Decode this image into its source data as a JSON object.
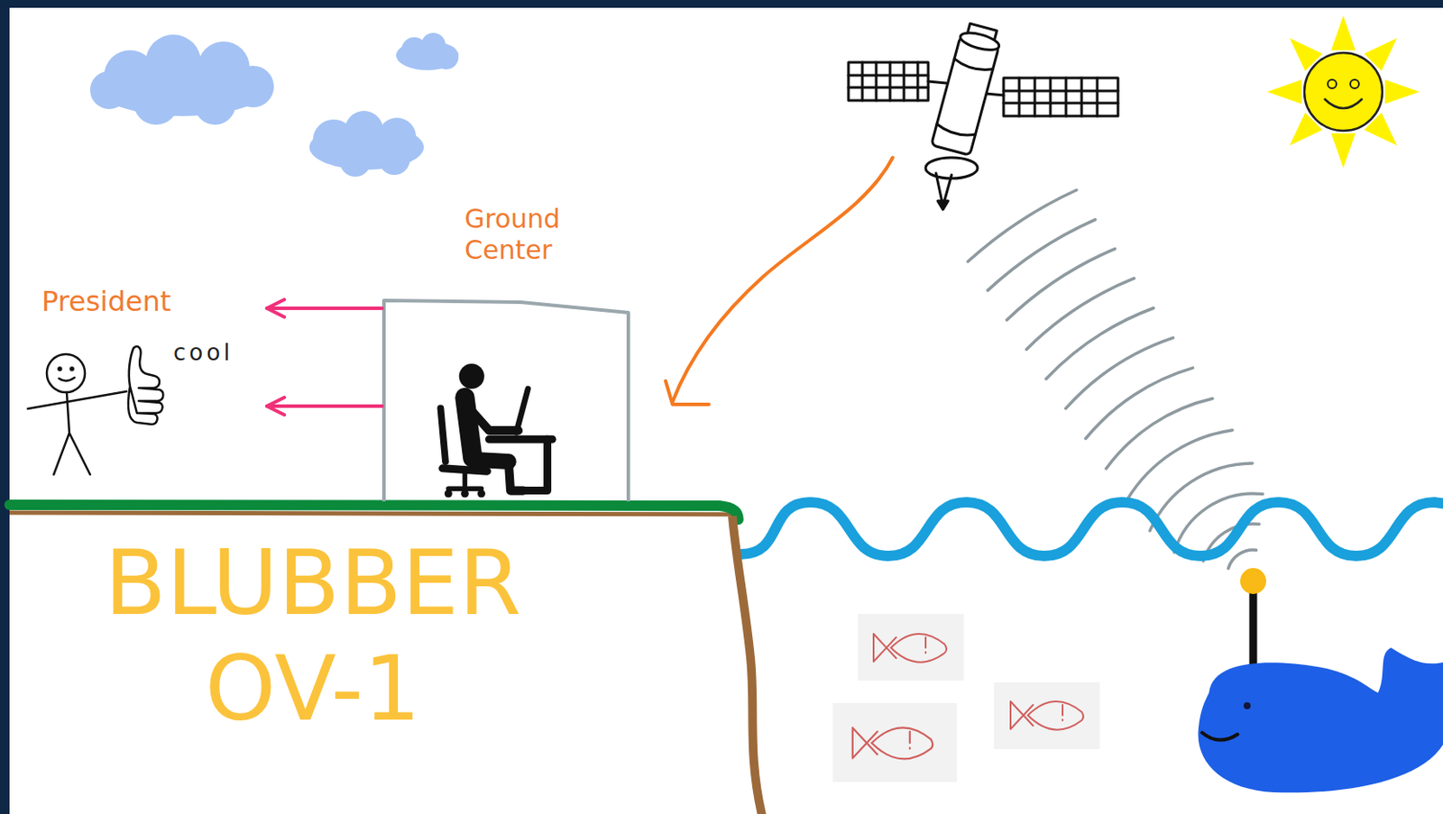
{
  "diagram": {
    "title": "BLUBBER OV-1",
    "nodes": [
      {
        "text": [
          "Ground Center"
        ]
      },
      {
        "text": [
          "President"
        ]
      }
    ],
    "edges": [
      {
        "from": 0,
        "to": 1,
        "arrow": "to"
      },
      {
        "from": 0,
        "to": 1,
        "arrow": "to"
      }
    ],
    "labels": [
      "cool"
    ]
  }
}
